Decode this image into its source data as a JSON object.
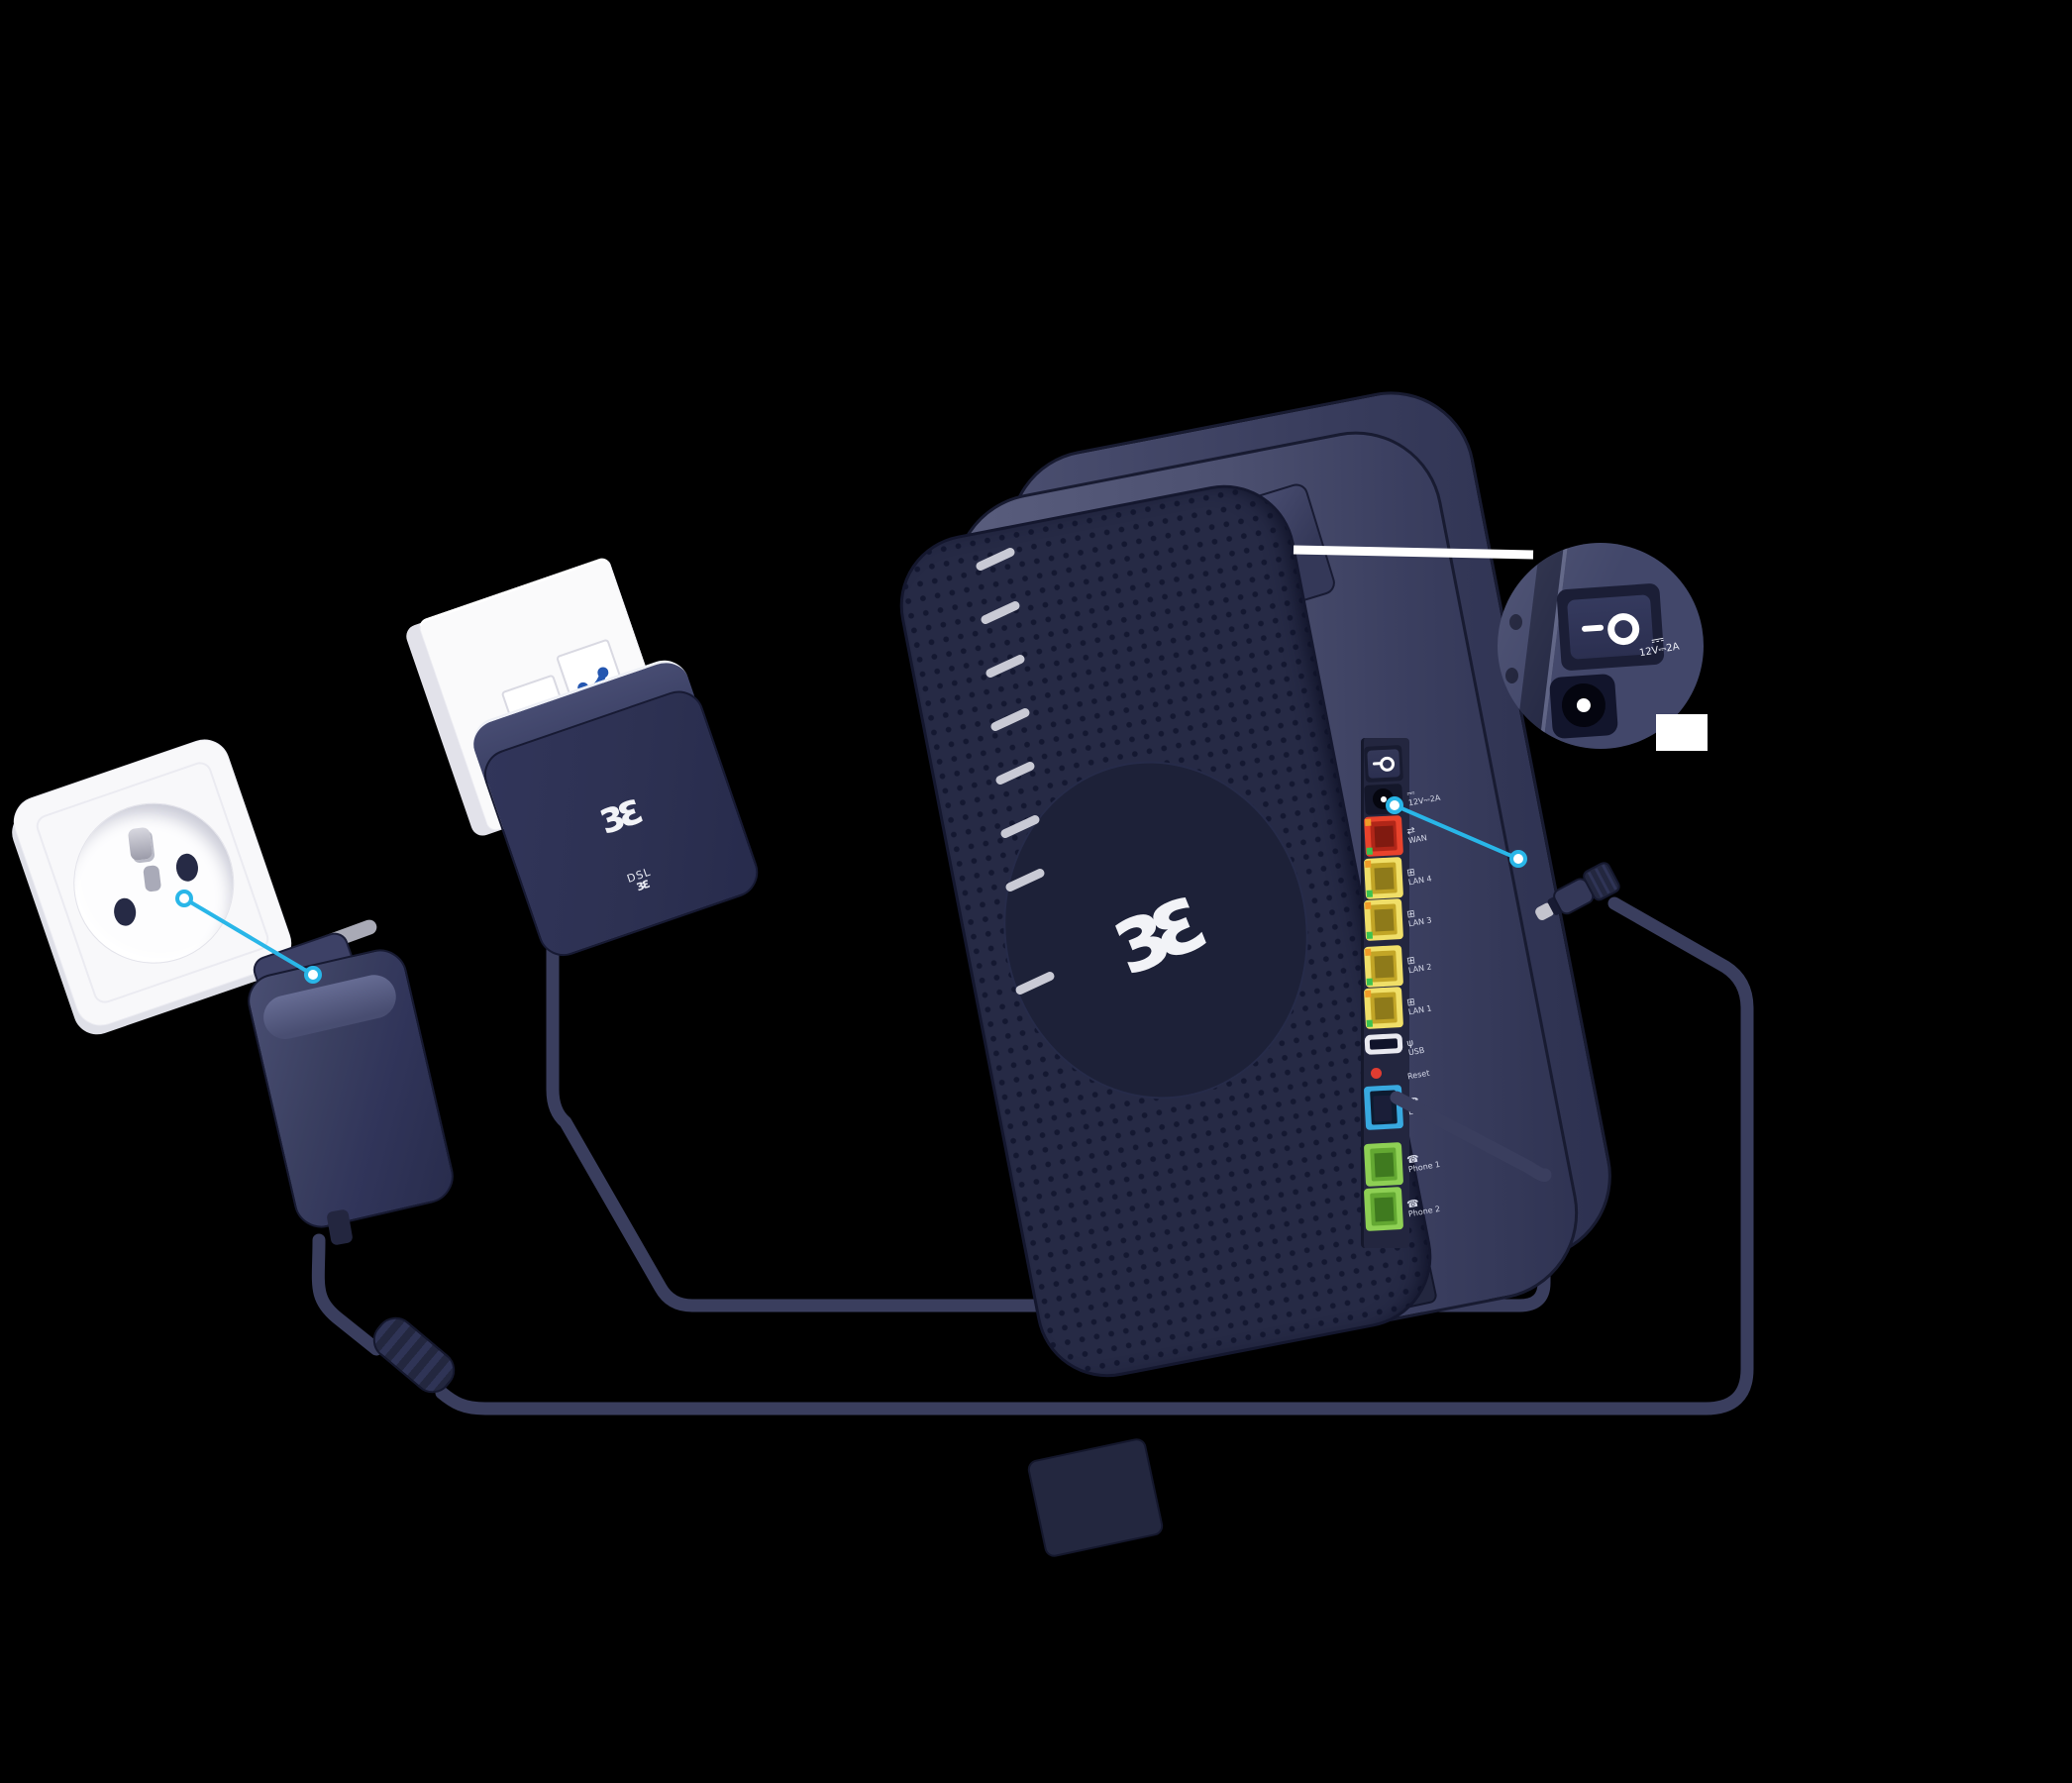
{
  "page": {
    "background_color": "#000000"
  },
  "diagram": {
    "type": "router-installation-illustration",
    "accent_color": "#29b6e8",
    "brand": {
      "logo_name": "proximus-butterfly",
      "logo_glyph": "ɜɛ"
    },
    "wall_outlet": {
      "kind": "power-socket-type-e"
    },
    "phone_socket": {
      "jack_count": 2,
      "icon_color": "#2456b0"
    },
    "dsl_filter": {
      "logo_glyph": "ɜɛ",
      "label": "DSL"
    },
    "callouts": [
      {
        "from": "wall-outlet",
        "to": "power-adapter-plug",
        "color": "#29b6e8"
      },
      {
        "from": "router-dc-input",
        "to": "power-cord-connector",
        "color": "#29b6e8"
      }
    ],
    "router": {
      "logo_glyph": "ɜɛ",
      "power_switch": {
        "on_symbol": "—",
        "off_symbol": "O"
      },
      "ports": [
        {
          "name": "dc-input",
          "label": "12V⎓2A",
          "glyph": "⎓",
          "color": "#14172a"
        },
        {
          "name": "wan",
          "label": "WAN",
          "glyph": "⇄",
          "color": "#e8432c"
        },
        {
          "name": "lan4",
          "label": "LAN 4",
          "glyph": "⊞",
          "color": "#f0df68"
        },
        {
          "name": "lan3",
          "label": "LAN 3",
          "glyph": "⊞",
          "color": "#f0df68"
        },
        {
          "name": "lan2",
          "label": "LAN 2",
          "glyph": "⊞",
          "color": "#f0df68"
        },
        {
          "name": "lan1",
          "label": "LAN 1",
          "glyph": "⊞",
          "color": "#f0df68"
        },
        {
          "name": "usb",
          "label": "USB",
          "glyph": "ψ",
          "color": "#e9e9f0"
        },
        {
          "name": "reset",
          "label": "Reset",
          "glyph": "",
          "color": "#e03c31"
        },
        {
          "name": "dsl",
          "label": "DSL",
          "glyph": "☎",
          "color": "#38a9e0"
        },
        {
          "name": "phone1",
          "label": "Phone 1",
          "glyph": "☎",
          "color": "#8ed054"
        },
        {
          "name": "phone2",
          "label": "Phone 2",
          "glyph": "☎",
          "color": "#8ed054"
        }
      ]
    },
    "inset": {
      "power_switch": {
        "on_symbol": "—",
        "off_symbol": "O"
      },
      "dc_label": "12V⎓2A",
      "dc_glyph": "⎓"
    }
  }
}
